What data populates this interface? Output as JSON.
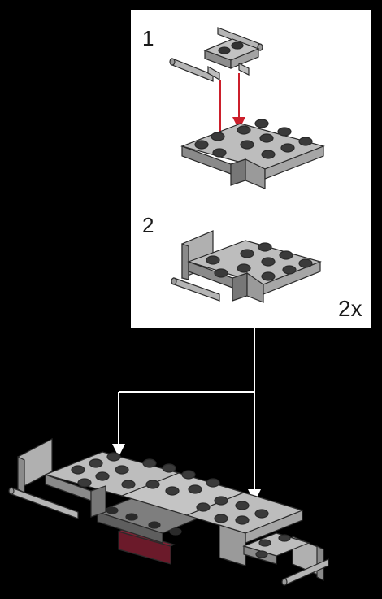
{
  "instructions": {
    "panel": {
      "steps": [
        {
          "number": "1"
        },
        {
          "number": "2"
        }
      ],
      "multiplier": "2x"
    }
  },
  "colors": {
    "background": "#000000",
    "panel": "#ffffff",
    "brick": "#a8a8a8",
    "brick_dark": "#6f6f6f",
    "arrow_red": "#cc1f2b",
    "connector_white": "#ffffff",
    "base_dark_red": "#6b1a2a"
  },
  "icons": [
    "lego-plate-icon",
    "lego-bracket-icon",
    "lego-bar-handle-icon"
  ]
}
